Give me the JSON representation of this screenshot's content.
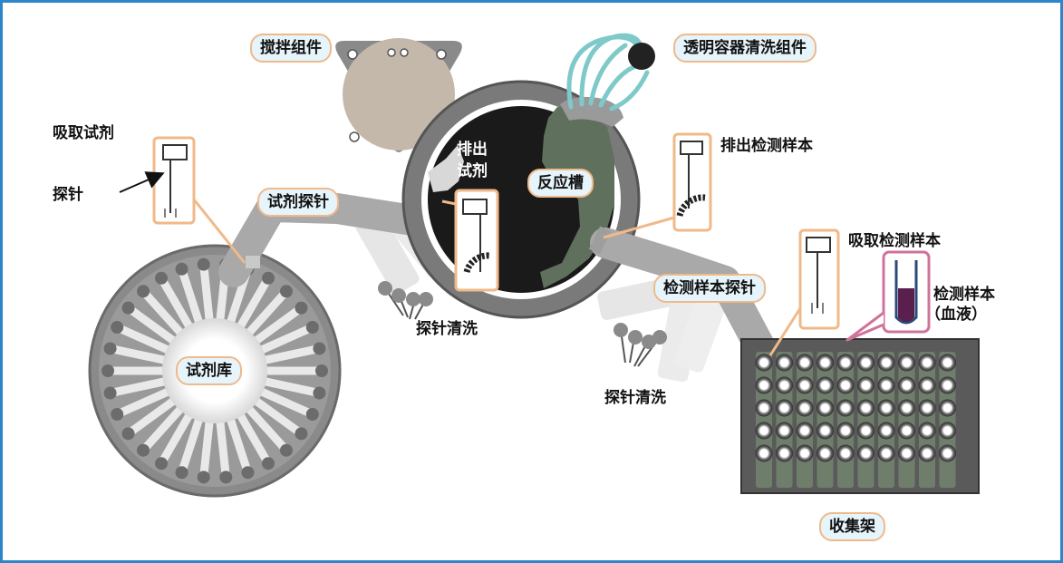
{
  "labels": {
    "stir_assembly": "搅拌组件",
    "cuvette_wash_assembly": "透明容器清洗组件",
    "aspirate_reagent": "吸取试剂",
    "probe": "探针",
    "reagent_probe": "试剂探针",
    "dispense_reagent_line1": "排出",
    "dispense_reagent_line2": "试剂",
    "reaction_tank": "反应槽",
    "dispense_sample": "排出检测样本",
    "aspirate_sample": "吸取检测样本",
    "probe_wash_left": "探针清洗",
    "probe_wash_right": "探针清洗",
    "sample_probe": "检测样本探针",
    "sample_line1": "检测样本",
    "sample_line2": "（血液）",
    "reagent_store": "试剂库",
    "collection_rack": "收集架"
  },
  "colors": {
    "frame": "#2d86c9",
    "pill_fill": "#e6f4fb",
    "pill_border": "#f0b98a",
    "arm_gray": "#a9a9a9",
    "reaction_dark": "#1a1a1a",
    "reaction_green": "#5f705c",
    "hose": "#7ec9c9",
    "blood": "#5b1f4d"
  }
}
